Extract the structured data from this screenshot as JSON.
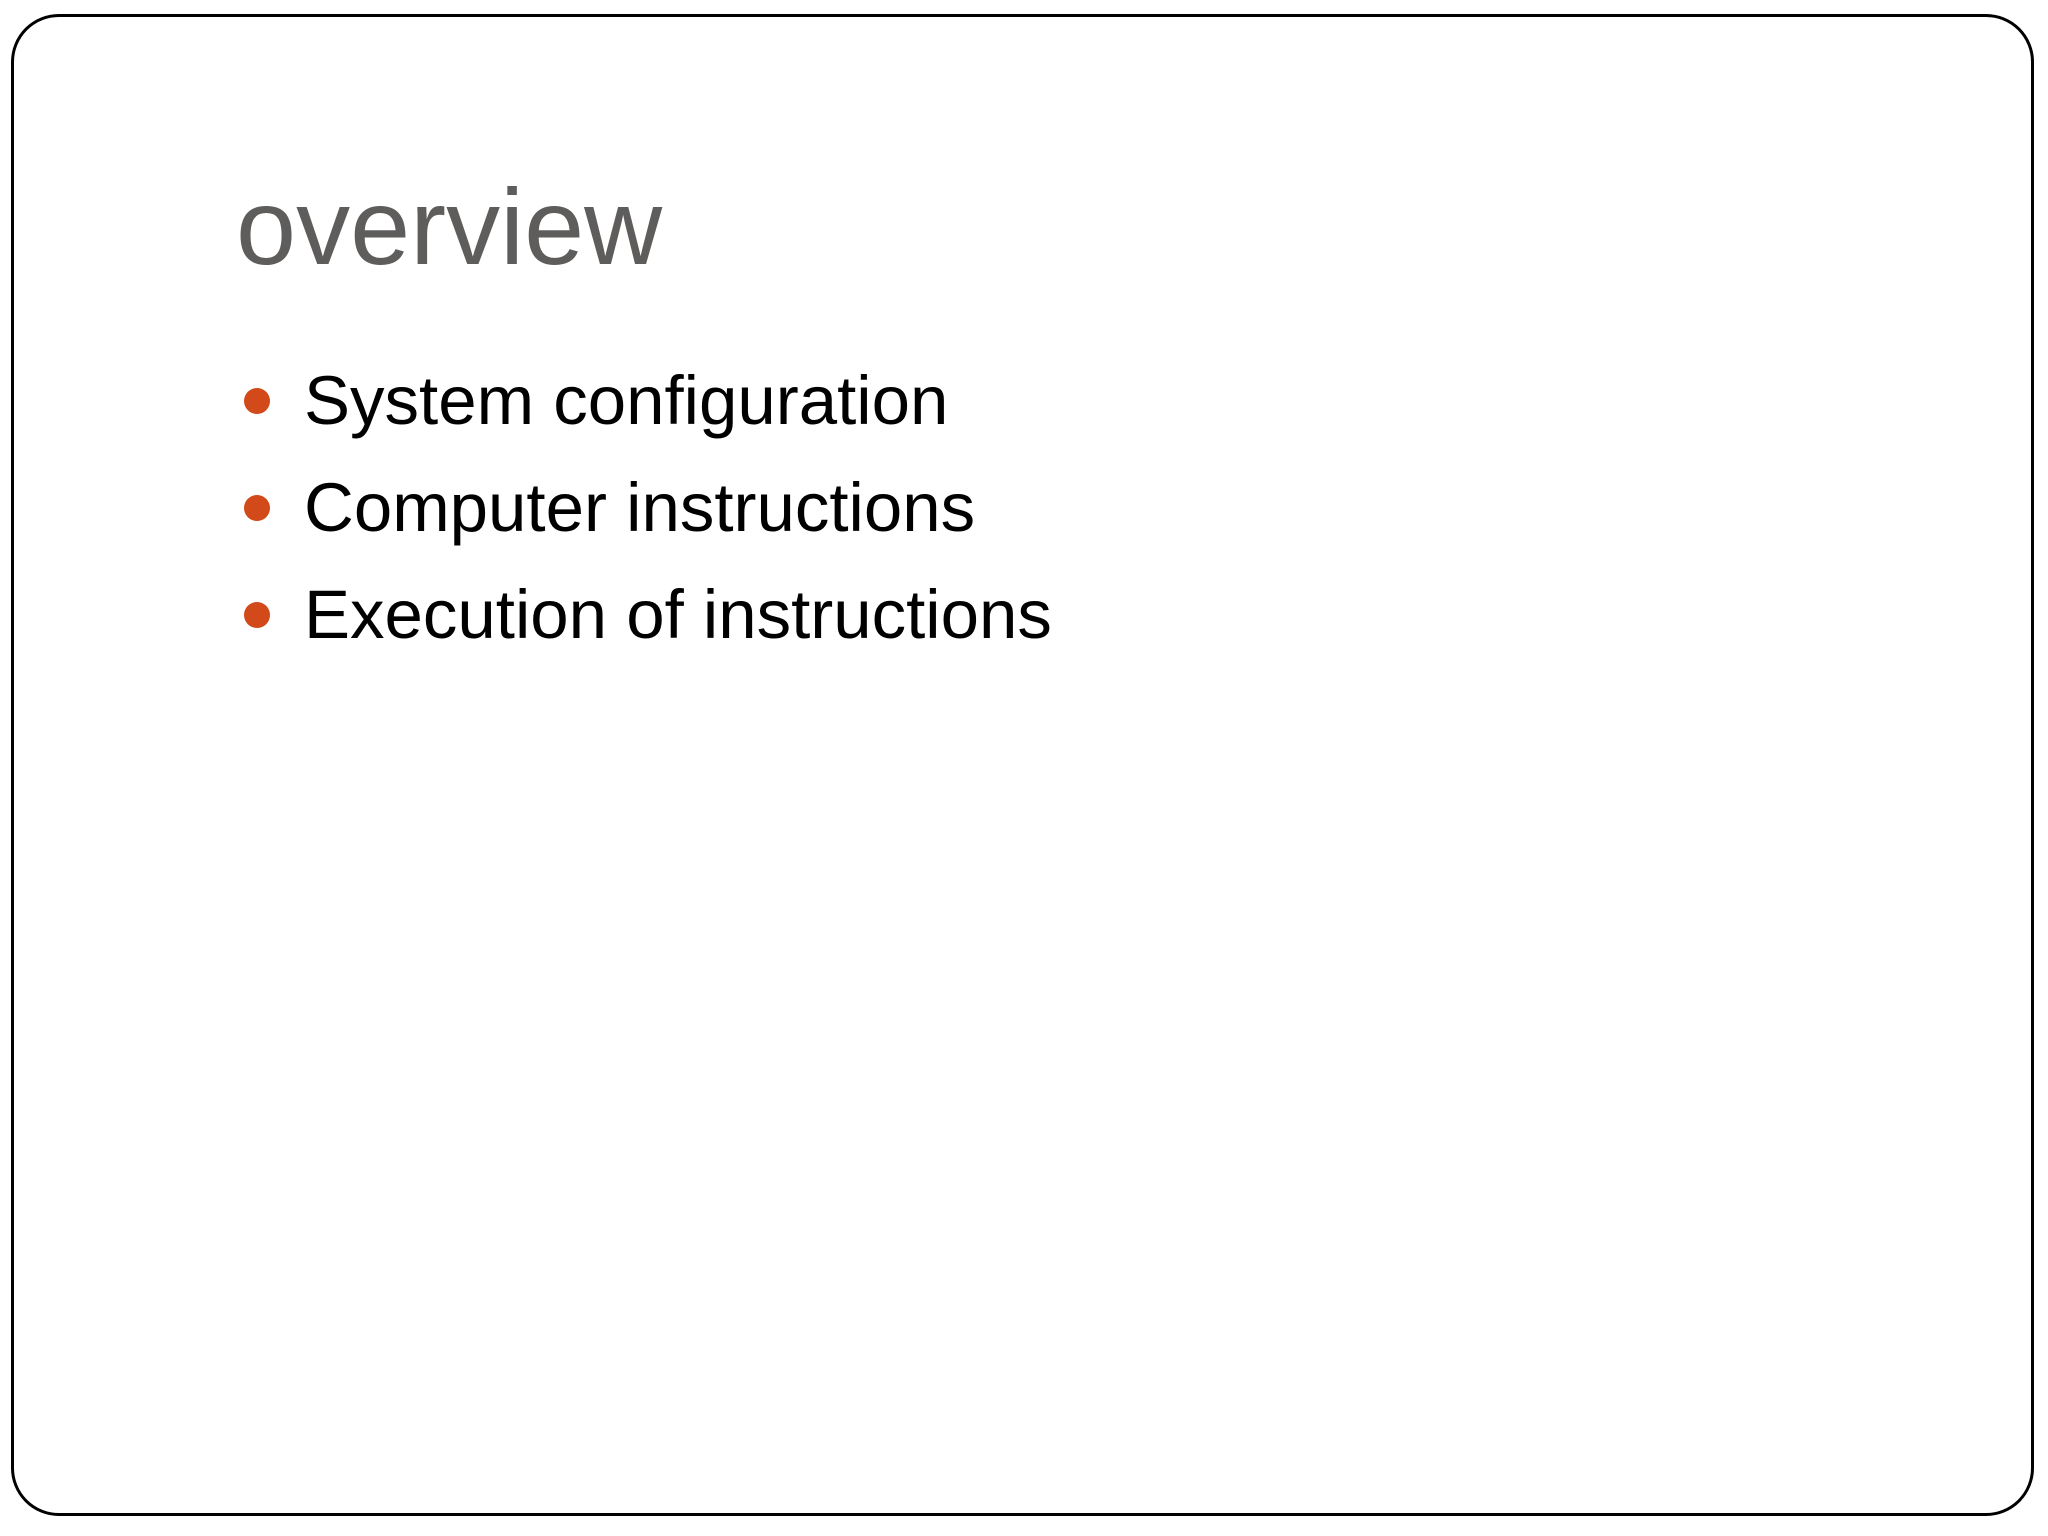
{
  "slide": {
    "title": "overview",
    "title_color": "#5f5c5c",
    "background_color": "#ffffff",
    "border_color": "#000000",
    "bullet_marker_color": "#d2491a",
    "bullet_text_color": "#000000",
    "bullets": [
      {
        "label": "System configuration"
      },
      {
        "label": "Computer instructions"
      },
      {
        "label": "Execution of instructions"
      }
    ]
  }
}
